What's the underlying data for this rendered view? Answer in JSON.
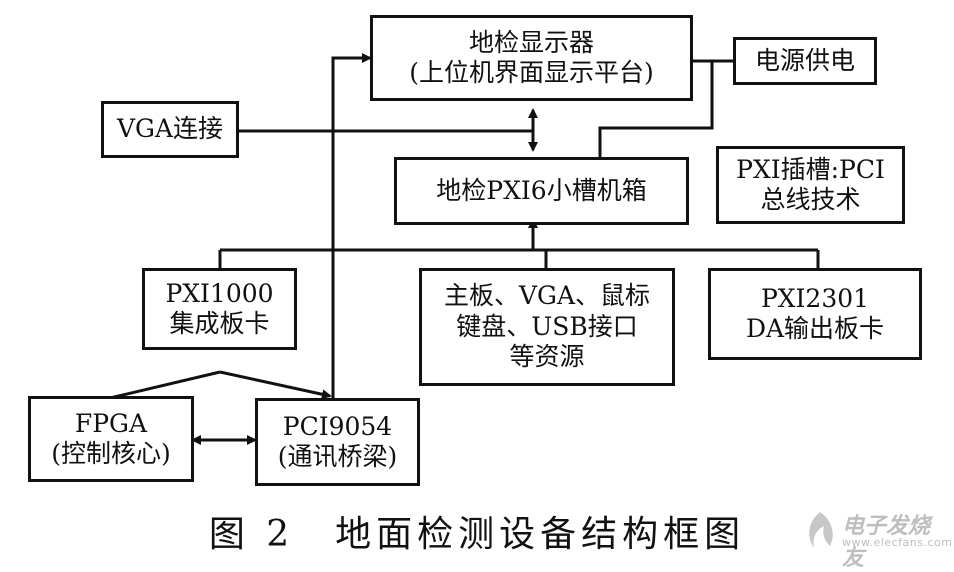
{
  "boxes": {
    "display": {
      "line1": "地检显示器",
      "line2": "(上位机界面显示平台)"
    },
    "power": {
      "text": "电源供电"
    },
    "vga_conn": {
      "text": "VGA连接"
    },
    "chassis": {
      "text": "地检PXI6小槽机箱"
    },
    "pxi_slot": {
      "line1": "PXI插槽:PCI",
      "line2": "总线技术"
    },
    "pxi1000": {
      "line1": "PXI1000",
      "line2": "集成板卡"
    },
    "mainboard": {
      "line1": "主板、VGA、鼠标",
      "line2": "键盘、USB接口",
      "line3": "等资源"
    },
    "pxi2301": {
      "line1": "PXI2301",
      "line2": "DA输出板卡"
    },
    "fpga": {
      "line1": "FPGA",
      "line2": "(控制核心)"
    },
    "pci9054": {
      "line1": "PCI9054",
      "line2": "(通讯桥梁)"
    }
  },
  "caption": "图 2　地面检测设备结构框图",
  "watermark": {
    "main": "电子发烧友",
    "url": "www.elecfans.com"
  }
}
